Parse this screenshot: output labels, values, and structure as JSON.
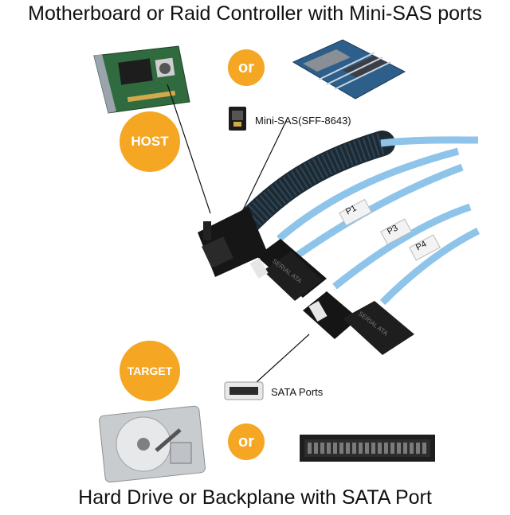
{
  "title_top": "Motherboard or Raid Controller with Mini-SAS ports",
  "title_bottom": "Hard Drive or Backplane with SATA Port",
  "badges": {
    "host": "HOST",
    "target": "TARGET",
    "or_top": "or",
    "or_bottom": "or"
  },
  "labels": {
    "mini_sas": "Mini-SAS(SFF-8643)",
    "sata_ports": "SATA Ports"
  },
  "cable_tags": [
    "P1",
    "P3",
    "P4"
  ],
  "connector_text": "SERIAL ATA",
  "colors": {
    "accent": "#f5a623",
    "cable": "#8fc4ea",
    "sleeve": "#1d2a33",
    "board_green": "#2f6b3f"
  }
}
